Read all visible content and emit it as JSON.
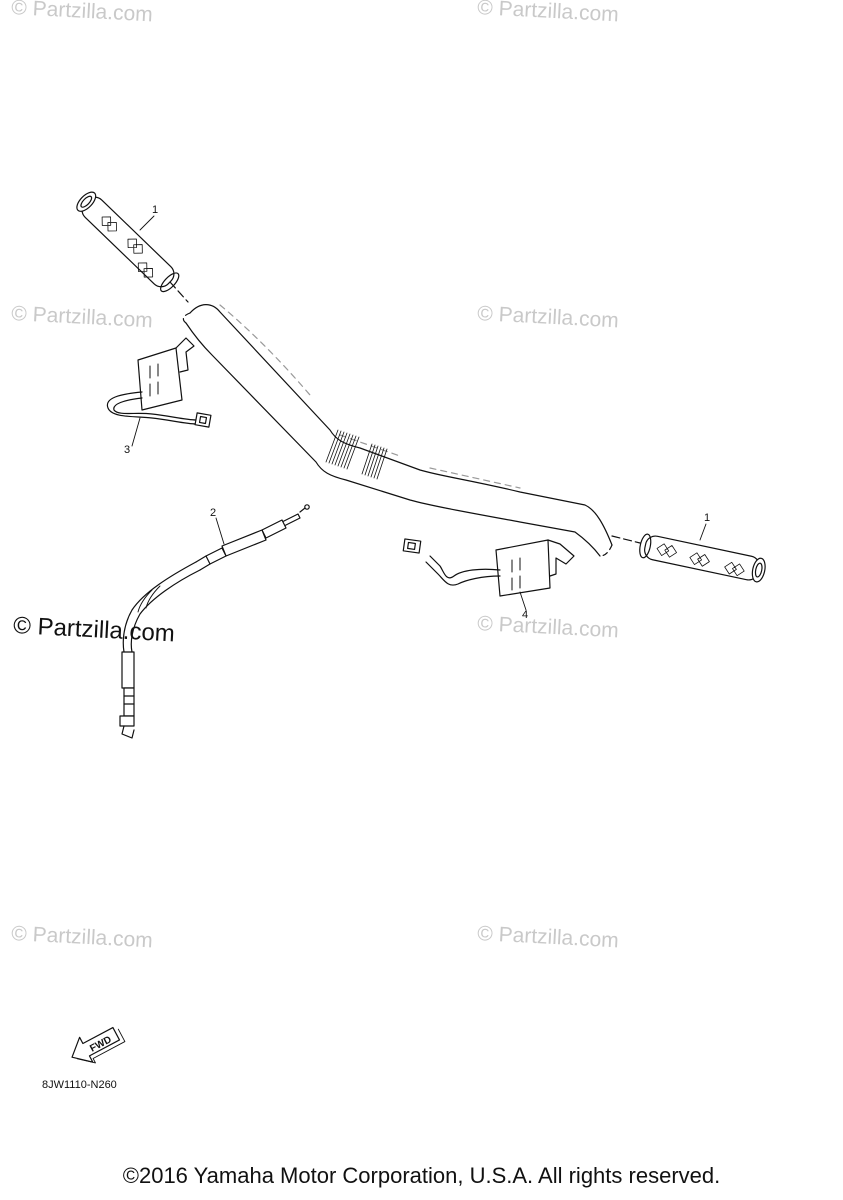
{
  "watermark": {
    "text": "© Partzilla.com",
    "prominent_text": "© Partzilla.com"
  },
  "callouts": [
    "1",
    "1",
    "2",
    "3",
    "4"
  ],
  "fwd_label": "FWD",
  "diagram_code": "8JW1110-N260",
  "copyright": "©2016 Yamaha Motor Corporation, U.S.A. All rights reserved.",
  "colors": {
    "line": "#111111",
    "watermark": "#c9c9c9",
    "background": "#ffffff"
  }
}
